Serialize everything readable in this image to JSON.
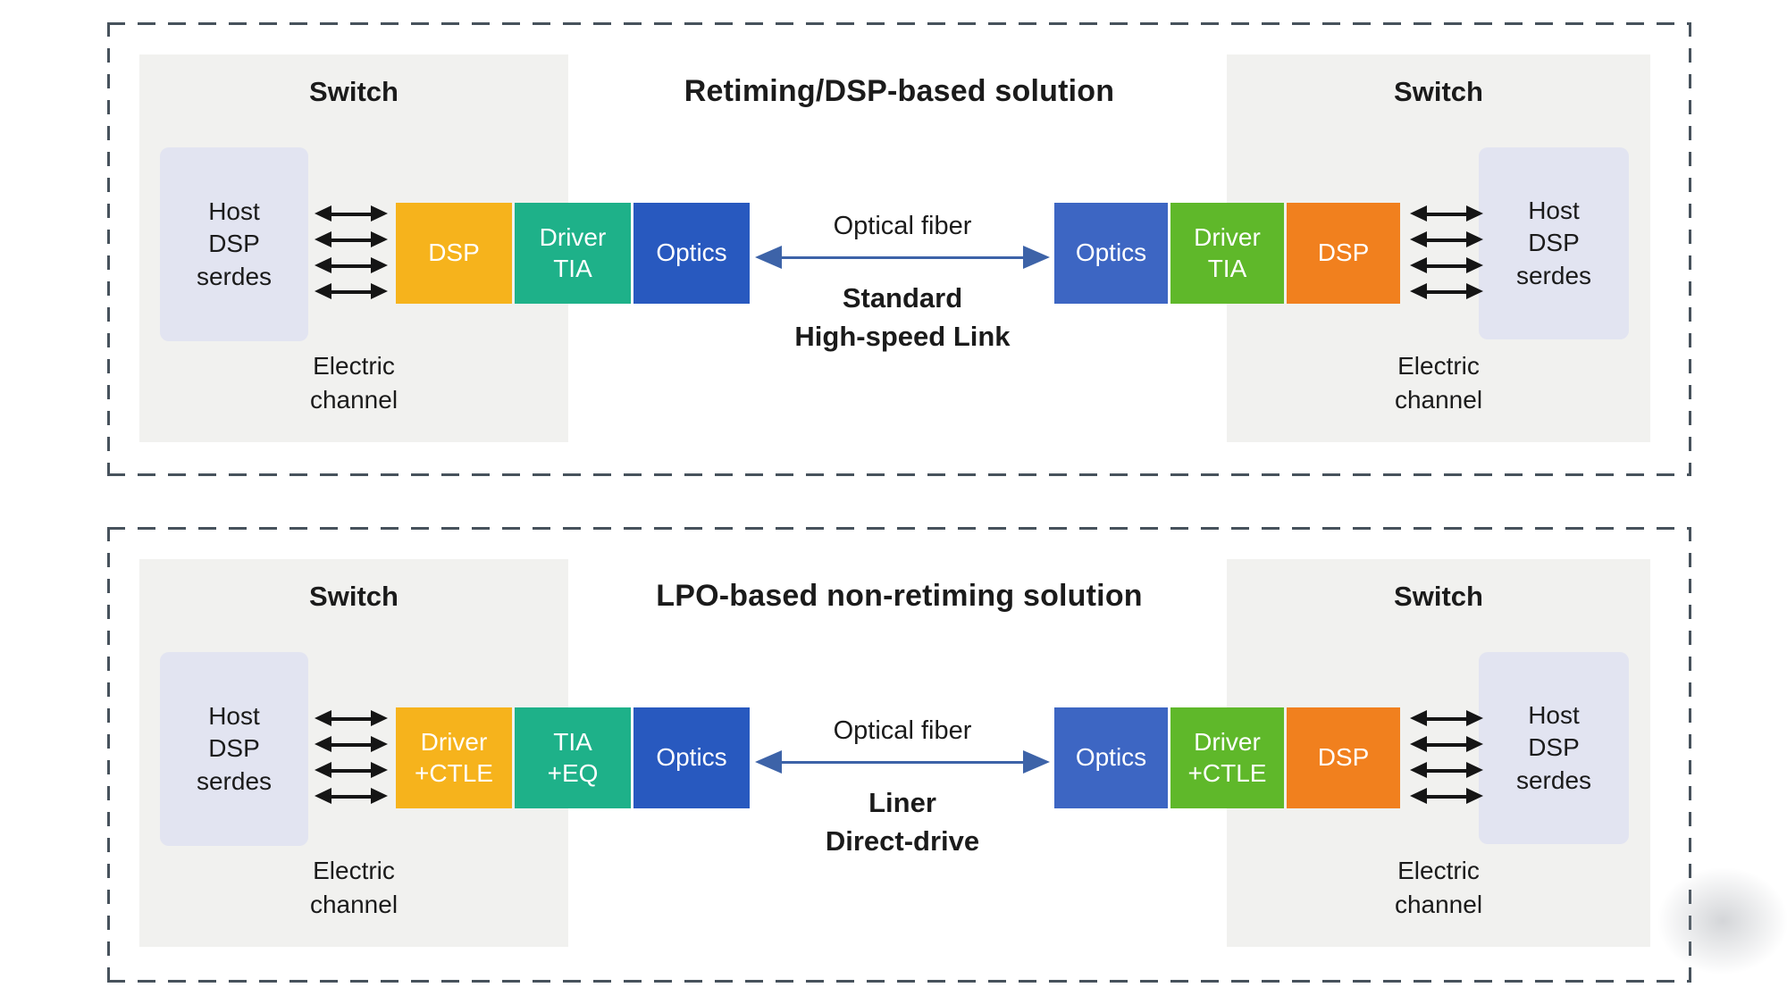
{
  "colors": {
    "module_yellow": "#F6B31C",
    "module_teal": "#1EB189",
    "module_blue_left": "#2859BF",
    "module_blue_right": "#3D66C3",
    "module_green": "#5FB82A",
    "module_orange": "#F1801E",
    "host_box_bg": "#E2E4F1",
    "switch_panel_bg": "#F1F1EF",
    "dashed_border": "#47525C",
    "fiber_arrow_blue": "#3D63A8",
    "electric_arrow_black": "#151515",
    "text": "#1B1B1B"
  },
  "panels": [
    {
      "title": "Retiming/DSP-based solution",
      "left_switch": {
        "label": "Switch",
        "host": "Host\nDSP\nserdes",
        "channel": "Electric\nchannel"
      },
      "right_switch": {
        "label": "Switch",
        "host": "Host\nDSP\nserdes",
        "channel": "Electric\nchannel"
      },
      "left_modules": [
        {
          "label": "DSP",
          "color": "#F6B31C"
        },
        {
          "label": "Driver\nTIA",
          "color": "#1EB189"
        },
        {
          "label": "Optics",
          "color": "#2859BF"
        }
      ],
      "right_modules": [
        {
          "label": "Optics",
          "color": "#3D66C3"
        },
        {
          "label": "Driver\nTIA",
          "color": "#5FB82A"
        },
        {
          "label": "DSP",
          "color": "#F1801E"
        }
      ],
      "fiber": {
        "label": "Optical fiber",
        "sublabel": "Standard\nHigh-speed Link"
      }
    },
    {
      "title": "LPO-based non-retiming solution",
      "left_switch": {
        "label": "Switch",
        "host": "Host\nDSP\nserdes",
        "channel": "Electric\nchannel"
      },
      "right_switch": {
        "label": "Switch",
        "host": "Host\nDSP\nserdes",
        "channel": "Electric\nchannel"
      },
      "left_modules": [
        {
          "label": "Driver\n+CTLE",
          "color": "#F6B31C"
        },
        {
          "label": "TIA\n+EQ",
          "color": "#1EB189"
        },
        {
          "label": "Optics",
          "color": "#2859BF"
        }
      ],
      "right_modules": [
        {
          "label": "Optics",
          "color": "#3D66C3"
        },
        {
          "label": "Driver\n+CTLE",
          "color": "#5FB82A"
        },
        {
          "label": "DSP",
          "color": "#F1801E"
        }
      ],
      "fiber": {
        "label": "Optical fiber",
        "sublabel": "Liner\nDirect-drive"
      }
    }
  ]
}
